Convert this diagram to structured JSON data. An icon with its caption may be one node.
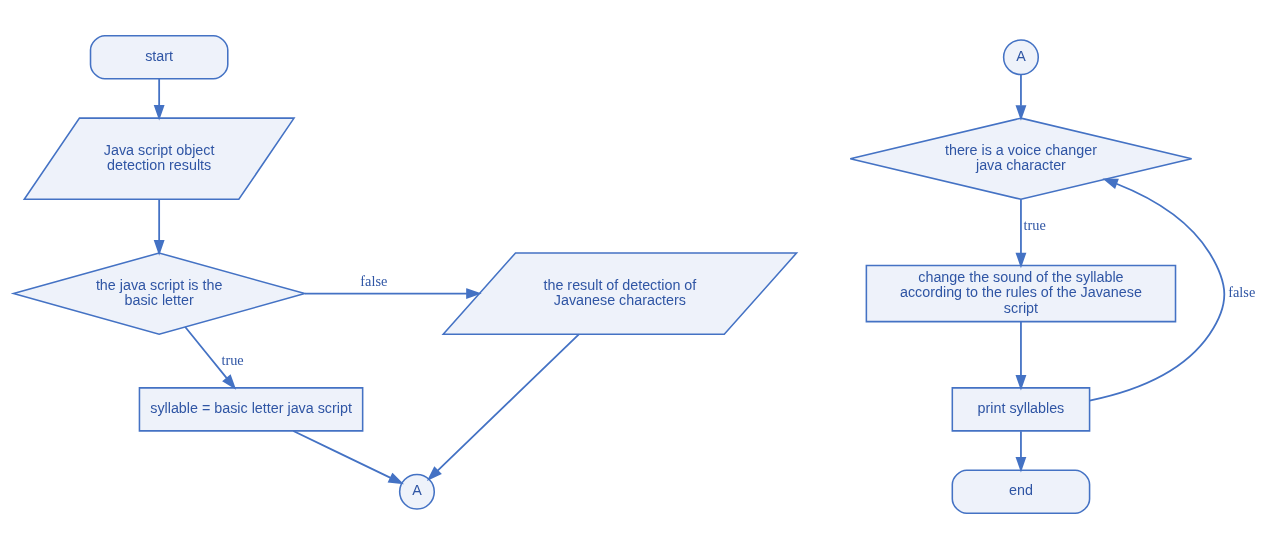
{
  "diagram": {
    "nodes": [
      {
        "text": [
          "start"
        ]
      },
      {
        "text": [
          "Java script object detection results"
        ]
      },
      {
        "text": [
          "the java script is the basic letter"
        ]
      },
      {
        "text": [
          "the result of detection of Javanese characters"
        ]
      },
      {
        "text": [
          "syllable = basic letter java script"
        ]
      },
      {
        "text": [
          "A"
        ]
      },
      {
        "text": [
          "A"
        ]
      },
      {
        "text": [
          "there is a voice changer java character"
        ]
      },
      {
        "text": [
          "change the sound of the syllable according to the rules of the Javanese script"
        ]
      },
      {
        "text": [
          "print syllables"
        ]
      },
      {
        "text": [
          "end"
        ]
      }
    ],
    "edges": [
      {
        "from": 0,
        "to": 1,
        "arrow": "to"
      },
      {
        "from": 1,
        "to": 2,
        "arrow": "to"
      },
      {
        "from": 2,
        "to": 3,
        "arrow": "to",
        "label": "false"
      },
      {
        "from": 2,
        "to": 4,
        "arrow": "to",
        "label": "true"
      },
      {
        "from": 4,
        "to": 5,
        "arrow": "to"
      },
      {
        "from": 3,
        "to": 5,
        "arrow": "to"
      },
      {
        "from": 6,
        "to": 7,
        "arrow": "to"
      },
      {
        "from": 7,
        "to": 8,
        "arrow": "to",
        "label": "true"
      },
      {
        "from": 8,
        "to": 9,
        "arrow": "to"
      },
      {
        "from": 9,
        "to": 7,
        "arrow": "to",
        "label": "false"
      },
      {
        "from": 9,
        "to": 10,
        "arrow": "to"
      }
    ]
  }
}
